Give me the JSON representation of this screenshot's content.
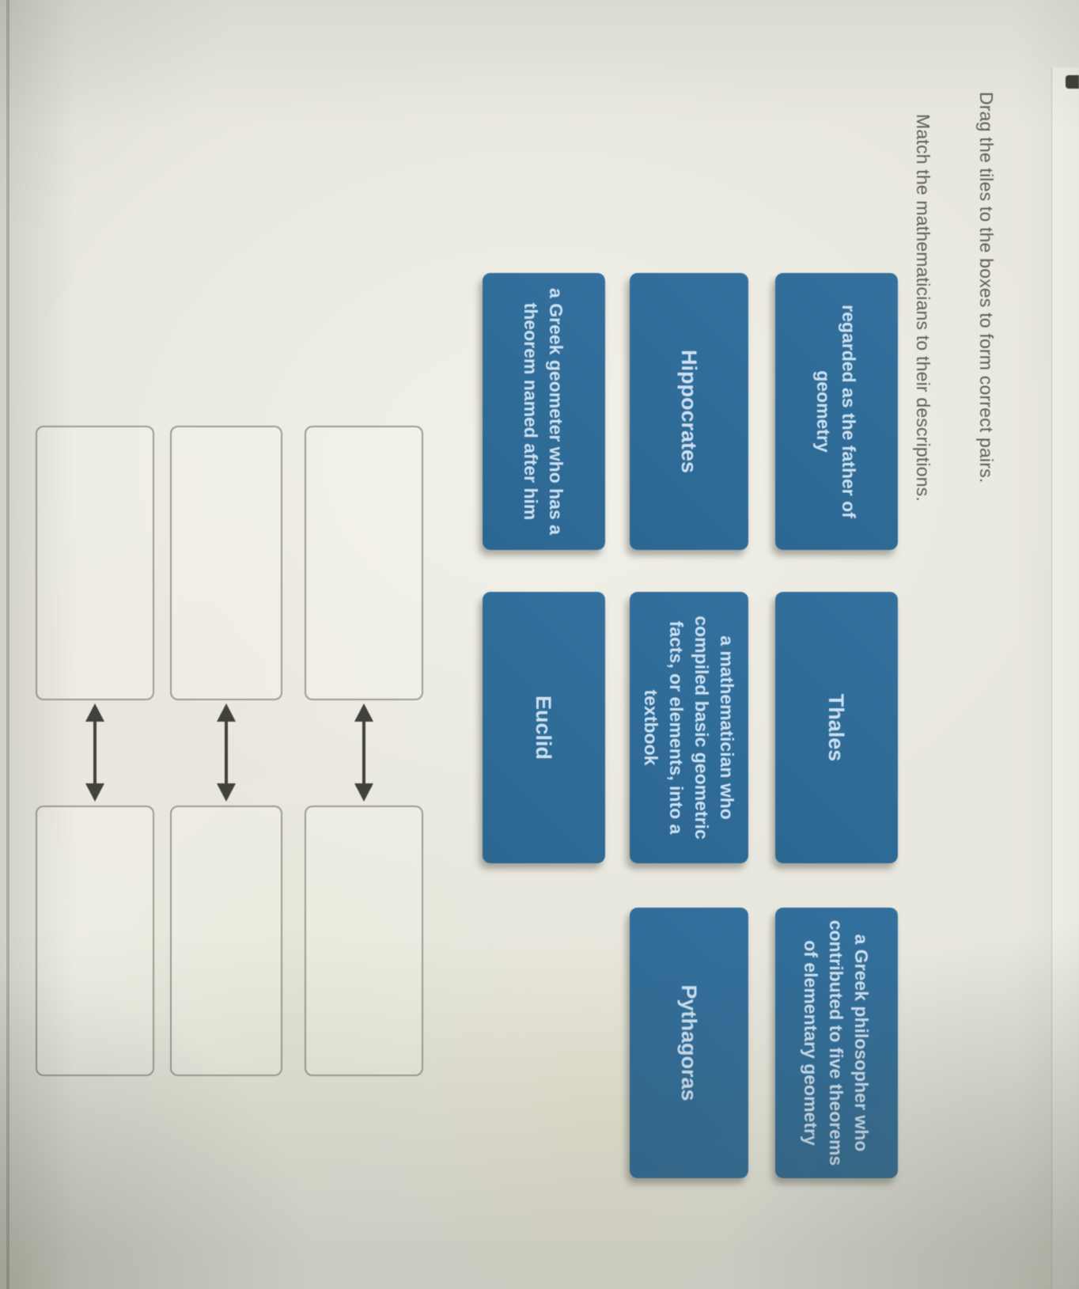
{
  "page": {
    "instructions": {
      "line1": "Drag the tiles to the boxes to form correct pairs.",
      "line2": "Match the mathematicians to their descriptions."
    },
    "colors": {
      "tile_background": "#2f6b98",
      "tile_text": "#cde1f2",
      "instruction_text": "#5e5e58",
      "box_border": "#9d9d93",
      "arrow": "#42423c",
      "page_background": "#e9e8df",
      "top_band": "#f4f3ec"
    }
  },
  "tiles": [
    {
      "label": "regarded as the father of geometry"
    },
    {
      "label": "Thales"
    },
    {
      "label": "a Greek philosopher who contributed to five theorems of elementary geometry"
    },
    {
      "label": "Hippocrates"
    },
    {
      "label": "a mathematician who compiled basic geometric facts, or elements, into a textbook"
    },
    {
      "label": "Pythagoras"
    },
    {
      "label": "a Greek geometer who has a theorem named after him"
    },
    {
      "label": "Euclid"
    }
  ],
  "pairs": [
    {
      "left_value": "",
      "right_value": ""
    },
    {
      "left_value": "",
      "right_value": ""
    },
    {
      "left_value": "",
      "right_value": ""
    }
  ]
}
